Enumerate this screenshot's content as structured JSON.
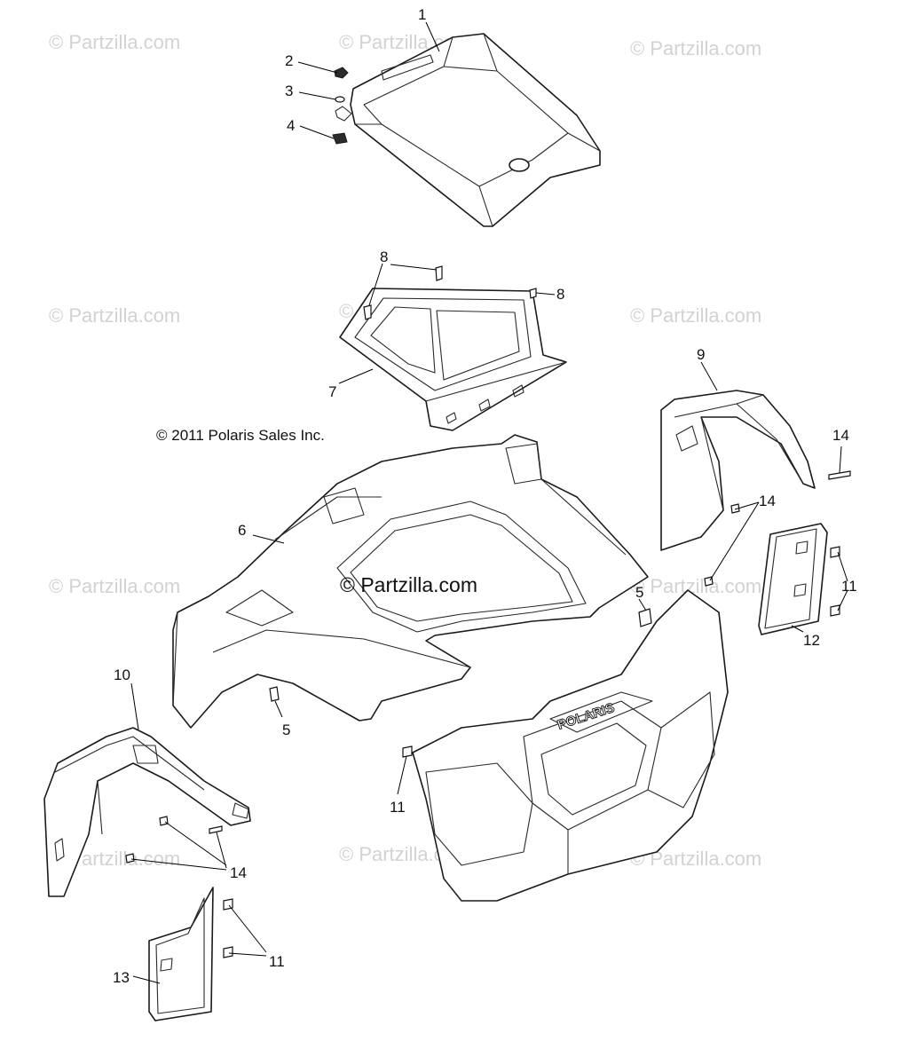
{
  "copyright": "© 2011 Polaris Sales Inc.",
  "watermark_text": "© Partzilla.com",
  "center_watermark": "© Partzilla.com",
  "grille_logo": "POLARIS",
  "callouts": {
    "c1": "1",
    "c2": "2",
    "c3": "3",
    "c4": "4",
    "c5a": "5",
    "c5b": "5",
    "c6": "6",
    "c7": "7",
    "c8a": "8",
    "c8b": "8",
    "c9": "9",
    "c10": "10",
    "c11a": "11",
    "c11b": "11",
    "c11c": "11",
    "c12": "12",
    "c13": "13",
    "c14a": "14",
    "c14b": "14",
    "c14c": "14"
  }
}
